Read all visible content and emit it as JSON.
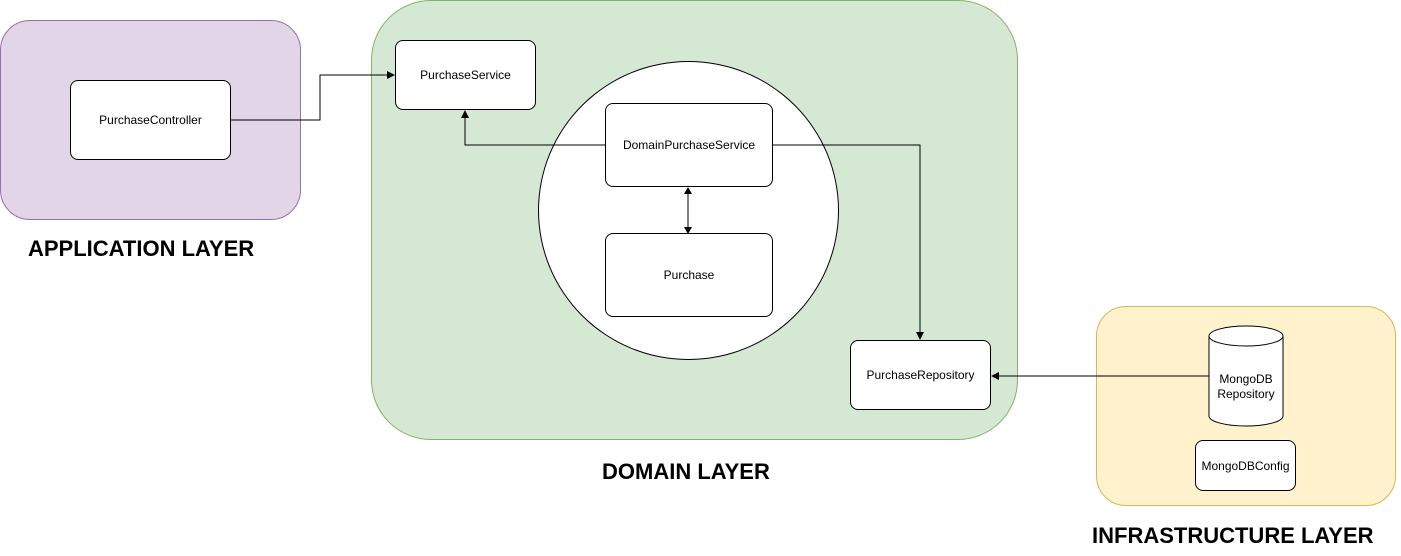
{
  "layers": {
    "application": {
      "title": "APPLICATION LAYER",
      "fill": "#e1d5e7",
      "stroke": "#9673a6"
    },
    "domain": {
      "title": "DOMAIN LAYER",
      "fill": "#d5e8d4",
      "stroke": "#82b366"
    },
    "infrastructure": {
      "title": "INFRASTRUCTURE LAYER",
      "fill": "#fff2cc",
      "stroke": "#d6b656"
    }
  },
  "nodes": {
    "purchase_controller": "PurchaseController",
    "purchase_service": "PurchaseService",
    "domain_purchase_service": "DomainPurchaseService",
    "purchase": "Purchase",
    "purchase_repository": "PurchaseRepository",
    "mongodb_repository_line1": "MongoDB",
    "mongodb_repository_line2": "Repository",
    "mongodb_config": "MongoDBConfig"
  },
  "edges": [
    {
      "from": "PurchaseController",
      "to": "PurchaseService"
    },
    {
      "from": "DomainPurchaseService",
      "to": "PurchaseService"
    },
    {
      "from": "DomainPurchaseService",
      "to": "PurchaseRepository"
    },
    {
      "from": "DomainPurchaseService",
      "to": "Purchase",
      "bidirectional": true
    },
    {
      "from": "MongoDB Repository",
      "to": "PurchaseRepository"
    }
  ]
}
